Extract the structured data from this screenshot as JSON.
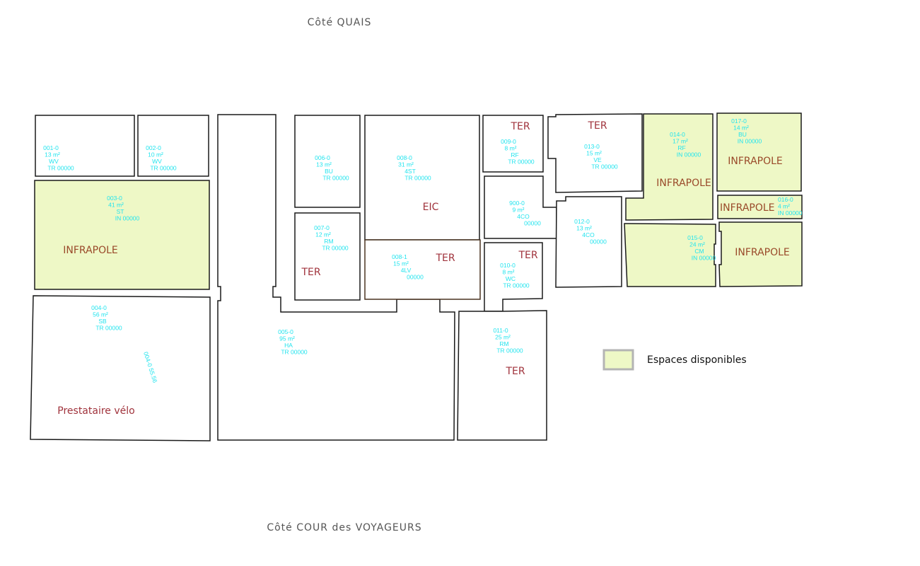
{
  "headings": {
    "top": "Côté QUAIS",
    "bottom": "Côté COUR des VOYAGEURS"
  },
  "legend": {
    "label": "Espaces disponibles",
    "color": "#eef8c6"
  },
  "rooms": {
    "r001": {
      "lines": [
        "001-0",
        "13  m²",
        "WV",
        "TR 00000"
      ]
    },
    "r002": {
      "lines": [
        "002-0",
        "10  m²",
        "WV",
        "TR 00000"
      ]
    },
    "r003": {
      "lines": [
        "003-0",
        "41  m²",
        "ST",
        "IN 00000"
      ],
      "occupant": "INFRAPOLE"
    },
    "r004": {
      "lines": [
        "004-0",
        "56  m²",
        "SB",
        "TR 00000"
      ],
      "rotated": "004-0  55.56",
      "occupant": "Prestataire  vélo"
    },
    "r005": {
      "lines": [
        "005-0",
        "95  m²",
        "HA",
        "TR 00000"
      ]
    },
    "r006": {
      "lines": [
        "006-0",
        "13  m²",
        "BU",
        "TR 00000"
      ]
    },
    "r007": {
      "lines": [
        "007-0",
        "12  m²",
        "RM",
        "TR 00000"
      ],
      "occupant": "TER"
    },
    "r008": {
      "lines": [
        "008-0",
        "31  m²",
        "4ST",
        "TR 00000"
      ],
      "occupant": "EIC"
    },
    "r0081": {
      "lines": [
        "008-1",
        "15  m²",
        "4LV",
        "00000"
      ],
      "occupant": "TER"
    },
    "r009": {
      "lines": [
        "009-0",
        "8  m²",
        "RF",
        "TR 00000"
      ],
      "occupant": "TER"
    },
    "r900": {
      "lines": [
        "900-0",
        "9  m²",
        "4CO",
        "00000"
      ]
    },
    "r010": {
      "lines": [
        "010-0",
        "8  m²",
        "WC",
        "TR 00000"
      ],
      "occupant": "TER"
    },
    "r011": {
      "lines": [
        "011-0",
        "25  m²",
        "RM",
        "TR 00000"
      ],
      "occupant": "TER"
    },
    "r012": {
      "lines": [
        "012-0",
        "13  m²",
        "4CO",
        "00000"
      ]
    },
    "r013": {
      "lines": [
        "013-0",
        "15  m²",
        "VE",
        "TR 00000"
      ],
      "occupant": "TER"
    },
    "r014": {
      "lines": [
        "014-0",
        "17  m²",
        "RF",
        "IN 00000"
      ],
      "occupant": "INFRAPOLE"
    },
    "r015": {
      "lines": [
        "015-0",
        "24  m²",
        "CM",
        "IN 00000"
      ],
      "occupant": "INFRAPOLE"
    },
    "r016": {
      "lines": [
        "016-0",
        "4  m²",
        "IN 00000"
      ],
      "occupant": "INFRAPOLE"
    },
    "r017": {
      "lines": [
        "017-0",
        "14  m²",
        "BU",
        "IN 00000"
      ],
      "occupant": "INFRAPOLE"
    }
  }
}
